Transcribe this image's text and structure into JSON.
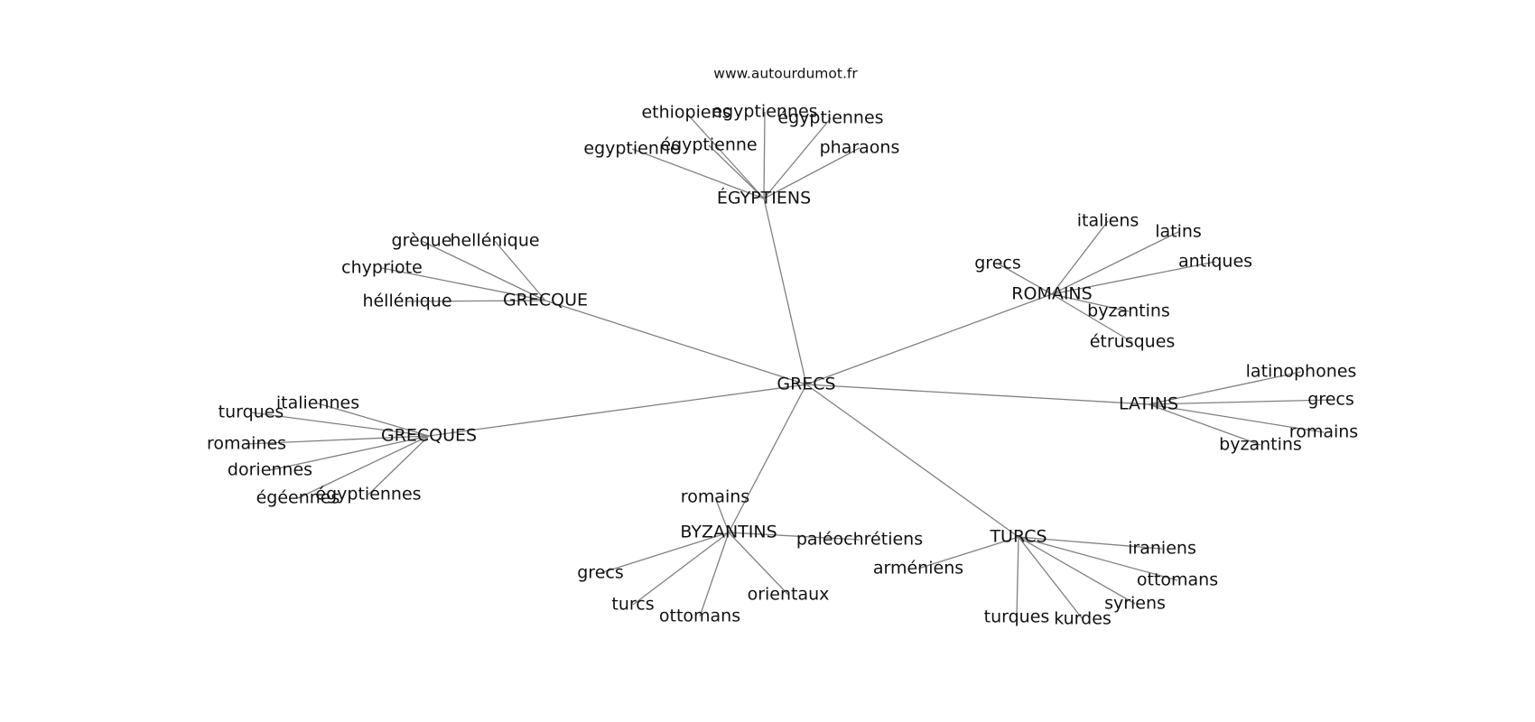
{
  "source_url": "www.autourdumot.fr",
  "graph": {
    "nodes": [
      {
        "id": "grecs",
        "label": "GRECS"
      },
      {
        "id": "egyptiens",
        "label": "ÉGYPTIENS"
      },
      {
        "id": "grecque",
        "label": "GRECQUE"
      },
      {
        "id": "romains",
        "label": "ROMAINS"
      },
      {
        "id": "latins",
        "label": "LATINS"
      },
      {
        "id": "grecques",
        "label": "GRECQUES"
      },
      {
        "id": "byzantins",
        "label": "BYZANTINS"
      },
      {
        "id": "turcs",
        "label": "TURCS"
      },
      {
        "id": "e1",
        "label": "ethiopiens"
      },
      {
        "id": "e2",
        "label": "egyptiennes"
      },
      {
        "id": "e3",
        "label": "égyptiennes"
      },
      {
        "id": "e4",
        "label": "égyptienne"
      },
      {
        "id": "e5",
        "label": "egyptienne"
      },
      {
        "id": "e6",
        "label": "pharaons"
      },
      {
        "id": "g1",
        "label": "grèque"
      },
      {
        "id": "g2",
        "label": "hellénique"
      },
      {
        "id": "g3",
        "label": "chypriote"
      },
      {
        "id": "g4",
        "label": "héllénique"
      },
      {
        "id": "r1",
        "label": "italiens"
      },
      {
        "id": "r2",
        "label": "latins"
      },
      {
        "id": "r3",
        "label": "grecs"
      },
      {
        "id": "r4",
        "label": "antiques"
      },
      {
        "id": "r5",
        "label": "byzantins"
      },
      {
        "id": "r6",
        "label": "étrusques"
      },
      {
        "id": "l1",
        "label": "latinophones"
      },
      {
        "id": "l2",
        "label": "grecs"
      },
      {
        "id": "l3",
        "label": "romains"
      },
      {
        "id": "l4",
        "label": "byzantins"
      },
      {
        "id": "q1",
        "label": "italiennes"
      },
      {
        "id": "q2",
        "label": "turques"
      },
      {
        "id": "q3",
        "label": "romaines"
      },
      {
        "id": "q4",
        "label": "doriennes"
      },
      {
        "id": "q5",
        "label": "égéennes"
      },
      {
        "id": "q6",
        "label": "égyptiennes"
      },
      {
        "id": "b1",
        "label": "romains"
      },
      {
        "id": "b2",
        "label": "paléochrétiens"
      },
      {
        "id": "b3",
        "label": "grecs"
      },
      {
        "id": "b4",
        "label": "orientaux"
      },
      {
        "id": "b5",
        "label": "turcs"
      },
      {
        "id": "b6",
        "label": "ottomans"
      },
      {
        "id": "t1",
        "label": "iraniens"
      },
      {
        "id": "t2",
        "label": "arméniens"
      },
      {
        "id": "t3",
        "label": "ottomans"
      },
      {
        "id": "t4",
        "label": "syriens"
      },
      {
        "id": "t5",
        "label": "turques"
      },
      {
        "id": "t6",
        "label": "kurdes"
      }
    ],
    "edges": [
      [
        "grecs",
        "egyptiens"
      ],
      [
        "grecs",
        "grecque"
      ],
      [
        "grecs",
        "romains"
      ],
      [
        "grecs",
        "latins"
      ],
      [
        "grecs",
        "grecques"
      ],
      [
        "grecs",
        "byzantins"
      ],
      [
        "grecs",
        "turcs"
      ],
      [
        "egyptiens",
        "e1"
      ],
      [
        "egyptiens",
        "e2"
      ],
      [
        "egyptiens",
        "e3"
      ],
      [
        "egyptiens",
        "e4"
      ],
      [
        "egyptiens",
        "e5"
      ],
      [
        "egyptiens",
        "e6"
      ],
      [
        "grecque",
        "g1"
      ],
      [
        "grecque",
        "g2"
      ],
      [
        "grecque",
        "g3"
      ],
      [
        "grecque",
        "g4"
      ],
      [
        "romains",
        "r1"
      ],
      [
        "romains",
        "r2"
      ],
      [
        "romains",
        "r3"
      ],
      [
        "romains",
        "r4"
      ],
      [
        "romains",
        "r5"
      ],
      [
        "romains",
        "r6"
      ],
      [
        "latins",
        "l1"
      ],
      [
        "latins",
        "l2"
      ],
      [
        "latins",
        "l3"
      ],
      [
        "latins",
        "l4"
      ],
      [
        "grecques",
        "q1"
      ],
      [
        "grecques",
        "q2"
      ],
      [
        "grecques",
        "q3"
      ],
      [
        "grecques",
        "q4"
      ],
      [
        "grecques",
        "q5"
      ],
      [
        "grecques",
        "q6"
      ],
      [
        "byzantins",
        "b1"
      ],
      [
        "byzantins",
        "b2"
      ],
      [
        "byzantins",
        "b3"
      ],
      [
        "byzantins",
        "b4"
      ],
      [
        "byzantins",
        "b5"
      ],
      [
        "byzantins",
        "b6"
      ],
      [
        "turcs",
        "t1"
      ],
      [
        "turcs",
        "t2"
      ],
      [
        "turcs",
        "t3"
      ],
      [
        "turcs",
        "t4"
      ],
      [
        "turcs",
        "t5"
      ],
      [
        "turcs",
        "t6"
      ]
    ]
  }
}
